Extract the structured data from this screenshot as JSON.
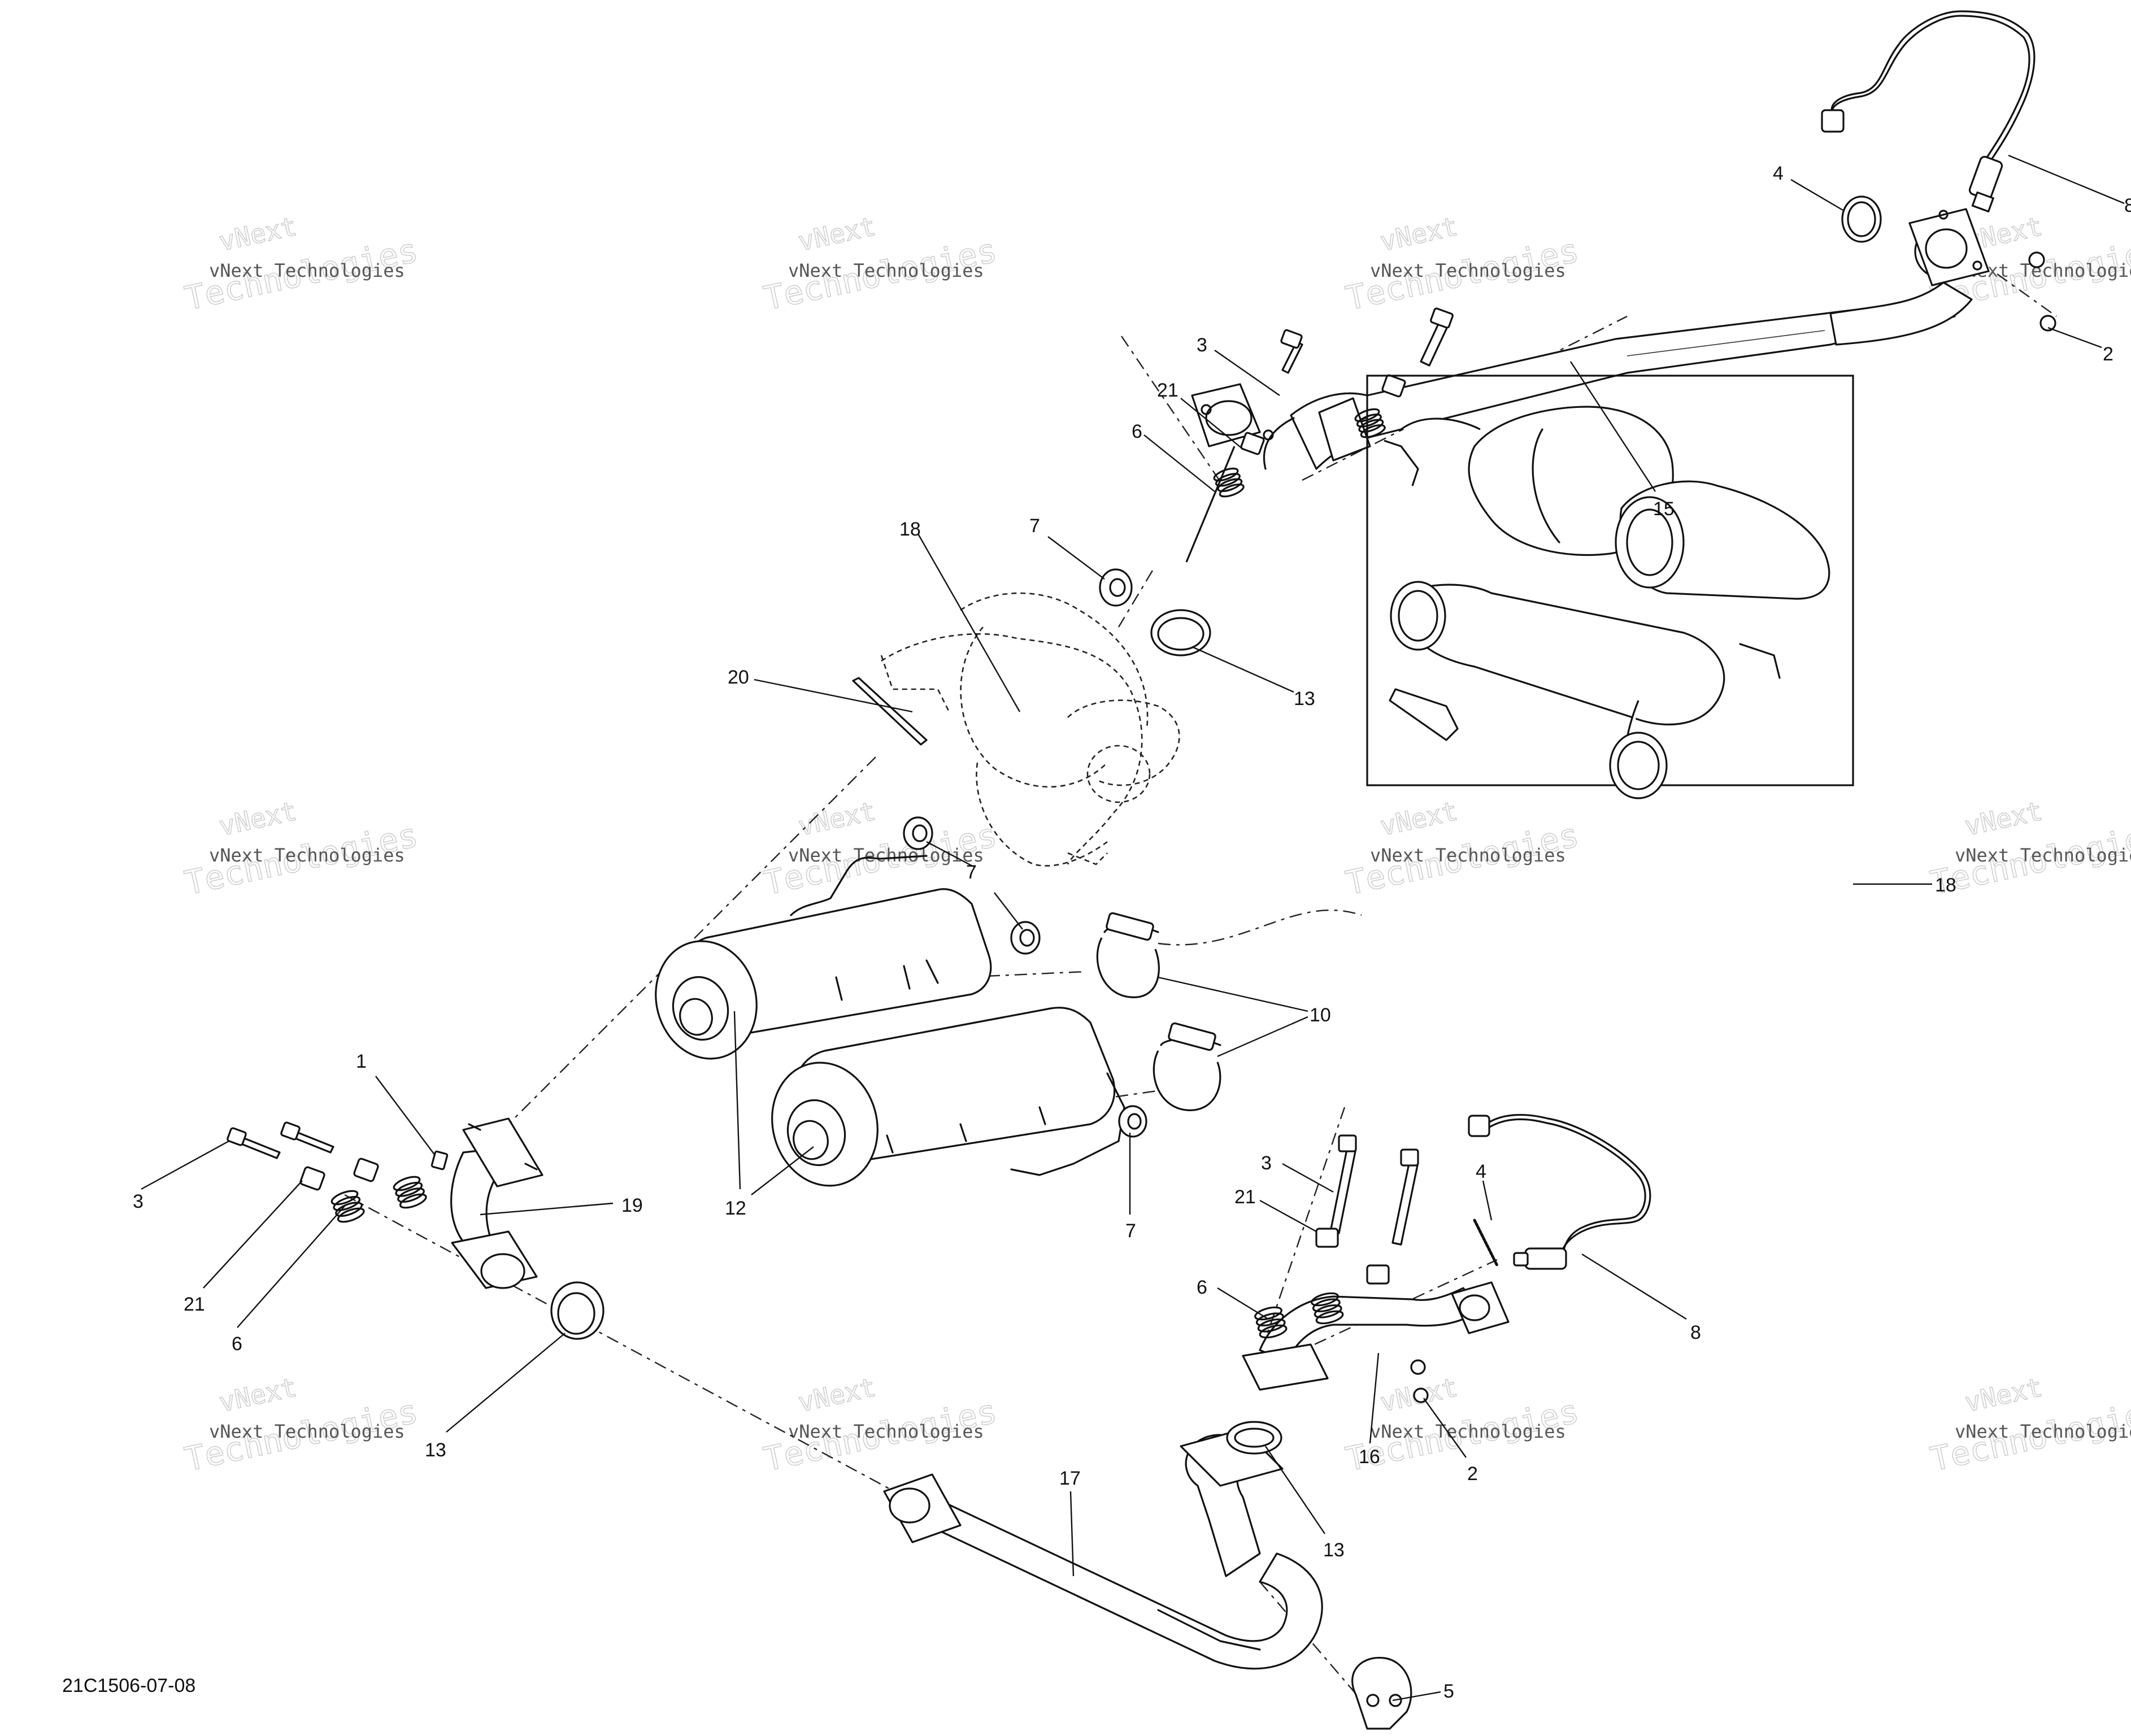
{
  "diagram_code": "21C1506-07-08",
  "watermark": {
    "line1": "vNext Technologies",
    "line2": "Technologies",
    "arc": "vNext"
  },
  "callouts": {
    "c1": "1",
    "c2a": "2",
    "c2b": "2",
    "c3a": "3",
    "c3b": "3",
    "c3c": "3",
    "c4a": "4",
    "c4b": "4",
    "c5": "5",
    "c6a": "6",
    "c6b": "6",
    "c6c": "6",
    "c7a": "7",
    "c7b": "7",
    "c7c": "7",
    "c8a": "8",
    "c8b": "8",
    "c10": "10",
    "c12": "12",
    "c13a": "13",
    "c13b": "13",
    "c13c": "13",
    "c15": "15",
    "c16": "16",
    "c17": "17",
    "c18a": "18",
    "c18b": "18",
    "c19": "19",
    "c20": "20",
    "c21a": "21",
    "c21b": "21",
    "c21c": "21"
  }
}
